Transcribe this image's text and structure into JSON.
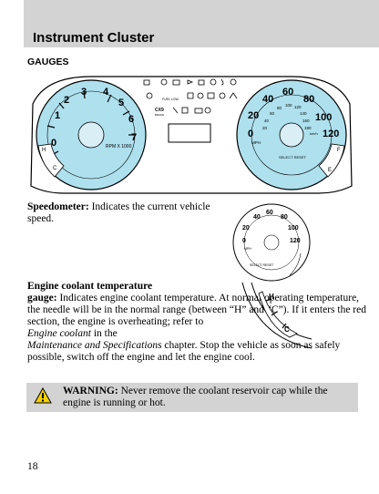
{
  "header": {
    "title": "Instrument Cluster"
  },
  "section": {
    "heading": "GAUGES"
  },
  "cluster": {
    "tach_numbers": [
      "1",
      "2",
      "3",
      "4",
      "5",
      "6",
      "7"
    ],
    "tach_unit": "RPM X 1000",
    "tach_zero": "0",
    "speedo_numbers": [
      "20",
      "40",
      "60",
      "80",
      "100",
      "120"
    ],
    "speedo_inner_numbers": [
      "20",
      "40",
      "60",
      "80",
      "100",
      "120",
      "140",
      "160",
      "180"
    ],
    "speedo_zero": "0",
    "speedo_unit_mph": "MPH",
    "speedo_unit_kmh": "km/h",
    "select_reset": "SELECT RESET",
    "h_label": "H",
    "c_label": "C",
    "f_label": "F",
    "e_label": "E",
    "cx_label": "CX9",
    "brake_label": "BRAKE",
    "fuel_low_label": "FUEL LOW"
  },
  "speedometer": {
    "term": "Speedometer:",
    "description": "Indicates the current vehicle speed."
  },
  "coolant": {
    "term_line1": "Engine coolant temperature",
    "term_line2": "gauge:",
    "text1": "Indicates engine coolant temperature. At normal operating temperature, the needle will be in the normal range (between “H” and “C”). If it enters the red section, the engine is overheating; refer to",
    "link1": "Engine coolant",
    "text2": "in the",
    "link2": "Maintenance and Specifications",
    "text3": "chapter. Stop the vehicle as soon as safely possible, switch off the engine and let the engine cool."
  },
  "warning": {
    "label": "WARNING:",
    "text": "Never remove the coolant reservoir cap while the engine is running or hot."
  },
  "page_number": "18"
}
